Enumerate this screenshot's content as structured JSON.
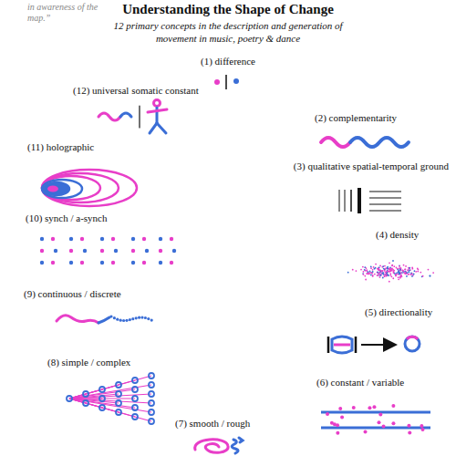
{
  "diagram": {
    "title": "Understanding the Shape of Change",
    "labels": [
      "in awareness of the map.”",
      "12 primary concepts in the description and generation of movement in music, poetry & dance",
      "(1) difference",
      "(2) complementarity",
      "(3) qualitative spatial-temporal ground",
      "(4) density",
      "(5) directionality",
      "(6) constant / variable",
      "(7) smooth / rough",
      "(8) simple / complex",
      "(9) continuous / discrete",
      "(10) synch / a-synch",
      "(11) holographic",
      "(12) universal somatic constant"
    ]
  }
}
